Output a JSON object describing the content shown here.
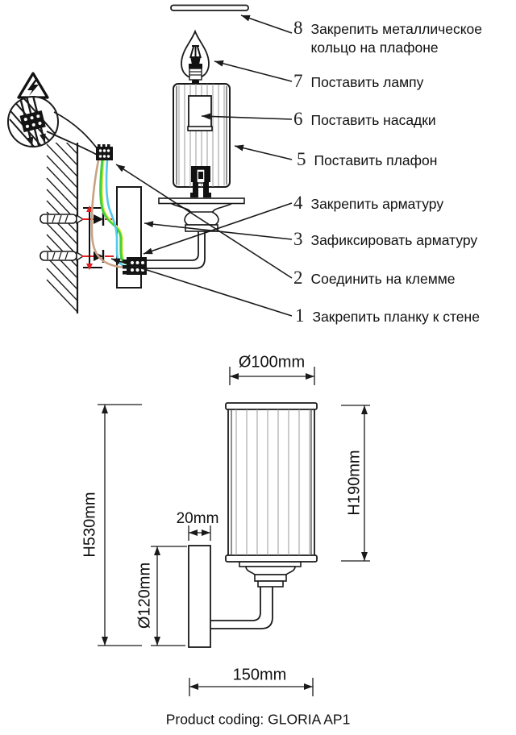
{
  "document": {
    "assembly_steps": [
      {
        "num": "1",
        "label": "Закрепить планку к стене"
      },
      {
        "num": "2",
        "label": "Соединить на клемме"
      },
      {
        "num": "3",
        "label": "Зафиксировать арматуру"
      },
      {
        "num": "4",
        "label": "Закрепить арматуру"
      },
      {
        "num": "5",
        "label": "Поставить плафон"
      },
      {
        "num": "6",
        "label": "Поставить насадки"
      },
      {
        "num": "7",
        "label": "Поставить лампу"
      },
      {
        "num": "8",
        "label": "Закрепить металлическое\nкольцо на плафоне"
      }
    ],
    "dimensions": {
      "shade_diameter": "Ø100mm",
      "shade_height": "H190mm",
      "overall_height": "H530mm",
      "backplate_height": "Ø120mm",
      "backplate_depth": "20mm",
      "arm_projection": "150mm"
    },
    "footer": {
      "product_coding": "Product coding: GLORIA AP1"
    },
    "icons": {
      "warning": "electrical-hazard-triangle-icon",
      "detail": "terminal-block-magnifier-circle"
    },
    "colors": {
      "ink": "#1a1a1a",
      "accent_red": "#e31e1e",
      "wire_brown": "#c9a284",
      "wire_green": "#3fd23f",
      "wire_yellow": "#e6e93e",
      "wire_blue": "#55c8ee"
    }
  }
}
